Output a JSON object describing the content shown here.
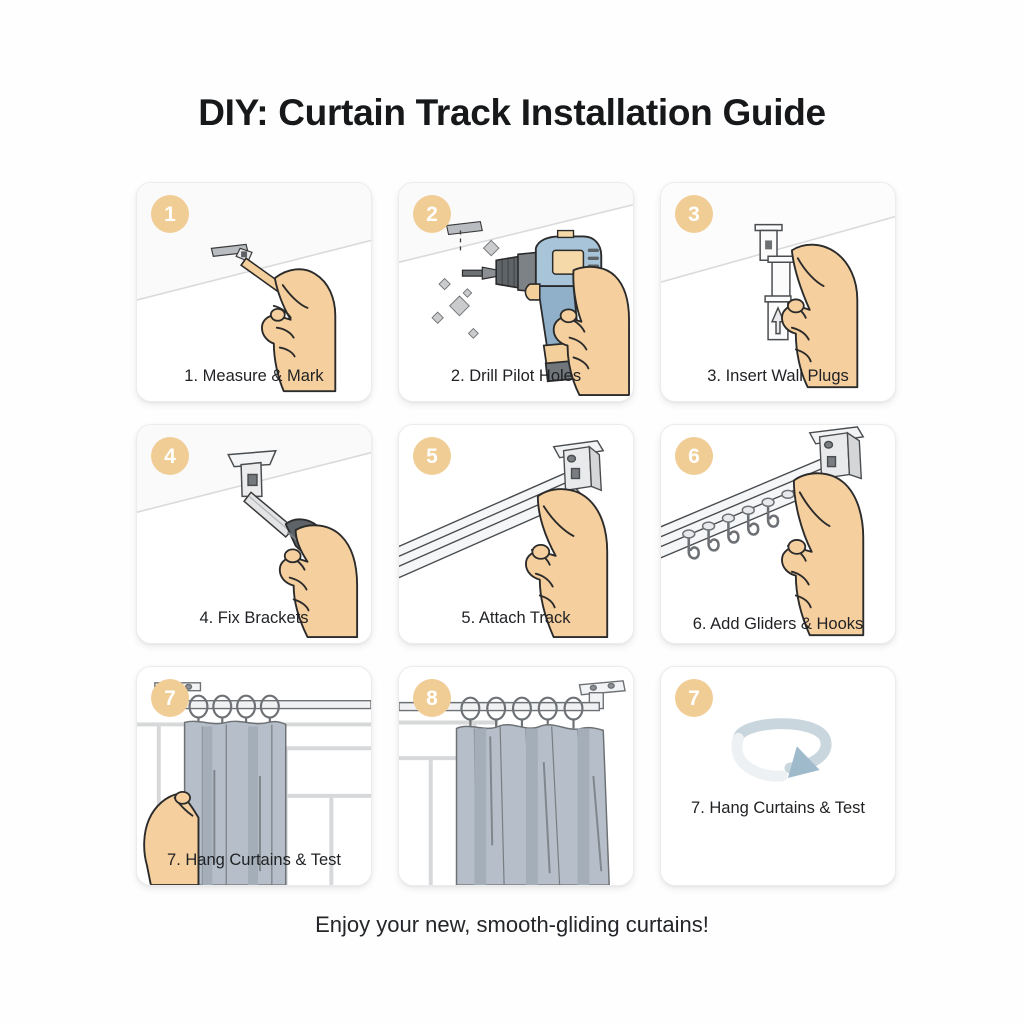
{
  "header": {
    "title": "DIY: Curtain Track Installation Guide"
  },
  "footer": {
    "text": "Enjoy your new, smooth-gliding curtains!"
  },
  "colors": {
    "page_background": "#fefefe",
    "badge_fill": "#f0cd94",
    "badge_text": "#ffffff",
    "caption_text": "#1f2124",
    "title_text": "#16181a",
    "skin": "#f5cf9e",
    "skin_shadow": "#eabe86",
    "outline": "#2b2b2b",
    "metal_light": "#f2f2f2",
    "metal_mid": "#d4d6d8",
    "metal_dark": "#8d9196",
    "drill_body": "#a8c4d8",
    "drill_dark": "#5e6468",
    "drill_panel": "#f6d9a8",
    "curtain": "#b6bfc9",
    "curtain_dark": "#9aa4b0",
    "wall_line": "#dcdddf",
    "arrow": "#9fbacb"
  },
  "steps": [
    {
      "number": "1",
      "caption": "1. Measure & Mark",
      "art": "hand-with-pencil-marking-ceiling",
      "two_line": false,
      "centered": false
    },
    {
      "number": "2",
      "caption": "2. Drill Pilot Holes",
      "art": "power-drill-making-hole-with-debris",
      "two_line": false,
      "centered": false
    },
    {
      "number": "3",
      "caption": "3. Insert Wall Plugs",
      "art": "hand-inserting-wall-plugs",
      "two_line": false,
      "centered": false
    },
    {
      "number": "4",
      "caption": "4. Fix Brackets",
      "art": "hand-with-screwdriver-fixing-bracket",
      "two_line": false,
      "centered": false
    },
    {
      "number": "5",
      "caption": "5. Attach Track",
      "art": "hand-attaching-track-rail-to-bracket",
      "two_line": false,
      "centered": false
    },
    {
      "number": "6",
      "caption": "6. Add Gliders & Hooks",
      "art": "hand-adding-gliders-and-hooks-to-track",
      "two_line": true,
      "centered": false
    },
    {
      "number": "7",
      "caption": "7. Hang Curtains & Test",
      "art": "hand-pulling-hung-curtain-on-track",
      "two_line": false,
      "centered": false
    },
    {
      "number": "8",
      "caption": "",
      "art": "finished-curtains-hanging-on-track",
      "two_line": false,
      "centered": false
    },
    {
      "number": "7",
      "caption": "7. Hang Curtains & Test",
      "art": "circular-arrow-loop",
      "two_line": false,
      "centered": true
    }
  ]
}
